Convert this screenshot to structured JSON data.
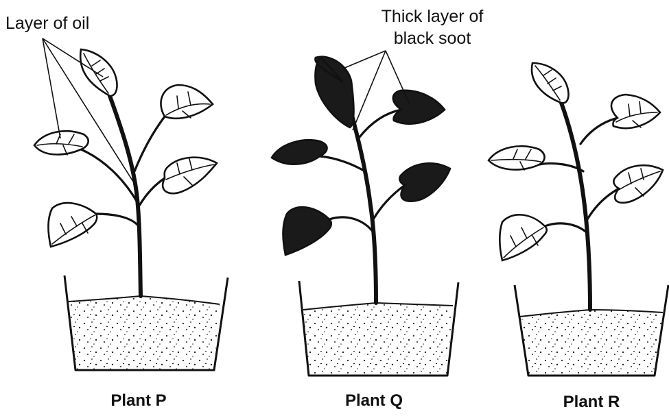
{
  "annotations": {
    "oil": "Layer of oil",
    "soot_line1": "Thick layer of",
    "soot_line2": "black soot"
  },
  "plants": [
    {
      "caption": "Plant P",
      "leaf_fill": "#ffffff"
    },
    {
      "caption": "Plant Q",
      "leaf_fill": "#1a1a1a"
    },
    {
      "caption": "Plant R",
      "leaf_fill": "#ffffff"
    }
  ],
  "colors": {
    "ink": "#111111",
    "soot": "#1a1a1a",
    "paper": "#ffffff"
  }
}
